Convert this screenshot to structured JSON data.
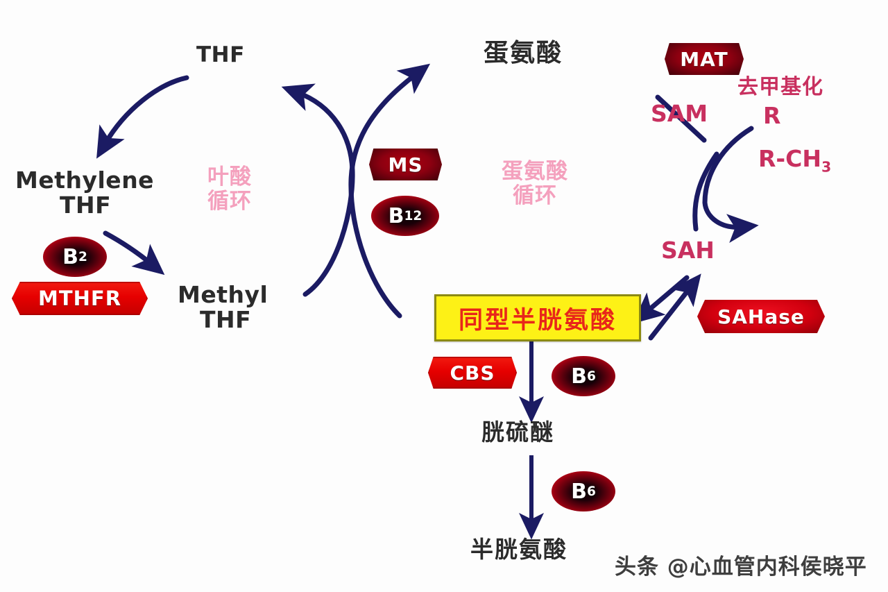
{
  "diagram": {
    "title_text_present": false,
    "colors": {
      "arrow_navy": "#1b1b63",
      "enzyme_red_bright": "#e60000",
      "enzyme_red_dark": "#8d0010",
      "vitamin_ellipse_red": "#cf0014",
      "homocysteine_box_fill": "#fdf116",
      "homocysteine_box_border": "#8c8a12",
      "homocysteine_text": "#e8261a",
      "crimson_text": "#c8305f",
      "pink_cycle_text": "#f4a0bd",
      "metabolite_text": "#2b2b2b",
      "background": "#fdfdfd"
    },
    "metabolites": [
      {
        "id": "thf",
        "label": "THF",
        "script": "latin"
      },
      {
        "id": "methylene_thf_line1",
        "label": "Methylene",
        "script": "latin"
      },
      {
        "id": "methylene_thf_line2",
        "label": "THF",
        "script": "latin"
      },
      {
        "id": "methyl_thf_line1",
        "label": "Methyl",
        "script": "latin"
      },
      {
        "id": "methyl_thf_line2",
        "label": "THF",
        "script": "latin"
      },
      {
        "id": "methionine",
        "label": "蛋氨酸",
        "script": "cjk"
      },
      {
        "id": "sam",
        "label": "SAM",
        "script": "latin"
      },
      {
        "id": "sah",
        "label": "SAH",
        "script": "latin"
      },
      {
        "id": "r_group",
        "label": "R",
        "script": "latin"
      },
      {
        "id": "r_ch3_main",
        "label": "R-CH",
        "script": "latin"
      },
      {
        "id": "r_ch3_sub",
        "label": "3",
        "script": "latin"
      },
      {
        "id": "homocysteine",
        "label": "同型半胱氨酸",
        "script": "cjk"
      },
      {
        "id": "cystathionine",
        "label": "胱硫醚",
        "script": "cjk"
      },
      {
        "id": "cysteine",
        "label": "半胱氨酸",
        "script": "cjk"
      }
    ],
    "cycle_labels": [
      {
        "id": "folate_cycle",
        "line1": "叶酸",
        "line2": "循环"
      },
      {
        "id": "methionine_cycle",
        "line1": "蛋氨酸",
        "line2": "循环"
      }
    ],
    "annotations": [
      {
        "id": "demethylation",
        "label": "去甲基化"
      }
    ],
    "enzymes": [
      {
        "id": "mthfr",
        "label": "MTHFR",
        "style": "bright"
      },
      {
        "id": "ms",
        "label": "MS",
        "style": "dark"
      },
      {
        "id": "mat",
        "label": "MAT",
        "style": "dark"
      },
      {
        "id": "sahase",
        "label": "SAHase",
        "style": "crimson"
      },
      {
        "id": "cbs",
        "label": "CBS",
        "style": "bright"
      }
    ],
    "vitamins": [
      {
        "id": "b2",
        "letter": "B",
        "number": "2"
      },
      {
        "id": "b12",
        "letter": "B",
        "number": "12"
      },
      {
        "id": "b6_upper",
        "letter": "B",
        "number": "6"
      },
      {
        "id": "b6_lower",
        "letter": "B",
        "number": "6"
      }
    ],
    "watermark": {
      "label": "头条 @心血管内科侯晓平"
    }
  }
}
